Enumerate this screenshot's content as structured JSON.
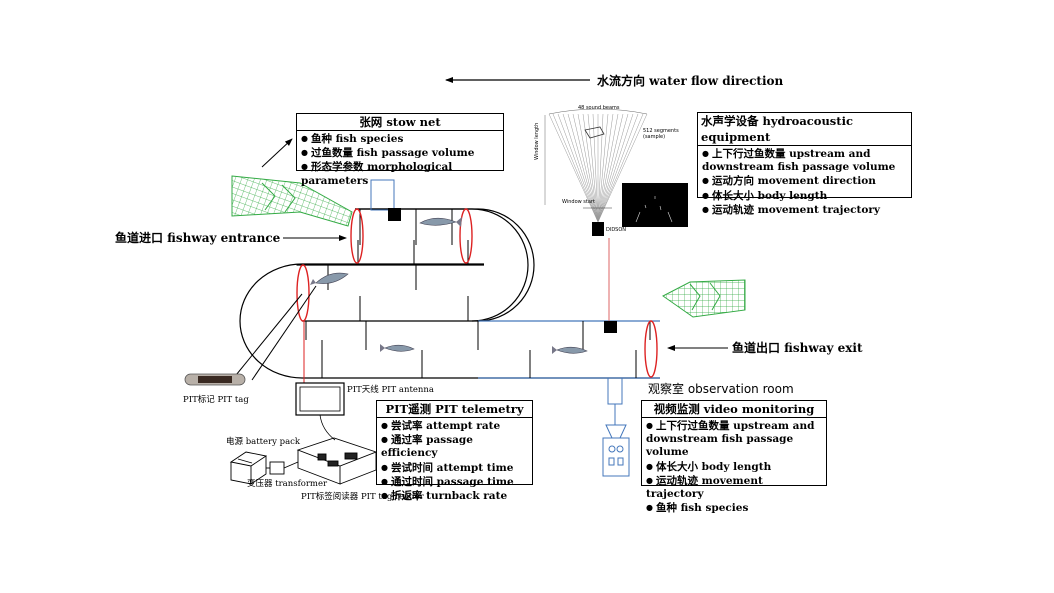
{
  "flow": {
    "label": "水流方向  water flow direction"
  },
  "stow_net": {
    "title": "张网  stow net",
    "items": [
      "鱼种  fish species",
      "过鱼数量  fish passage volume",
      "形态学参数  morphological parameters"
    ]
  },
  "hydro": {
    "title": "水声学设备  hydroacoustic equipment",
    "items": [
      "上下行过鱼数量  upstream and downstream fish passage volume",
      "运动方向  movement direction",
      "体长大小  body length",
      "运动轨迹  movement trajectory"
    ],
    "sonar_labels": {
      "beams": "48 sound beams",
      "segments": "512 segments (sample)",
      "window_length": "Window length",
      "window_start": "Window start",
      "device": "DIDSON"
    }
  },
  "entrance": {
    "label": "鱼道进口  fishway entrance"
  },
  "exit": {
    "label": "鱼道出口  fishway exit"
  },
  "observation": {
    "label": "观察室  observation room"
  },
  "pit_tag": {
    "label": "PIT标记  PIT tag"
  },
  "pit_antenna": {
    "label": "PIT天线  PIT antenna"
  },
  "pit_telemetry": {
    "title": "PIT遥测  PIT telemetry",
    "items": [
      "尝试率  attempt rate",
      "通过率  passage efficiency",
      "尝试时间  attempt time",
      "通过时间  passage time",
      "折返率  turnback rate"
    ]
  },
  "battery": {
    "label": "电源  battery pack"
  },
  "transformer": {
    "label": "变压器  transformer"
  },
  "reader": {
    "label": "PIT标签阅读器  PIT tag reader"
  },
  "video": {
    "title": "视频监测  video monitoring",
    "items": [
      "上下行过鱼数量  upstream and downstream fish passage volume",
      "体长大小  body length",
      "运动轨迹  movement trajectory",
      "鱼种  fish species"
    ]
  },
  "colors": {
    "net": "#33aa44",
    "antenna": "#dd2222",
    "camera": "#4477bb",
    "line": "#000000"
  }
}
